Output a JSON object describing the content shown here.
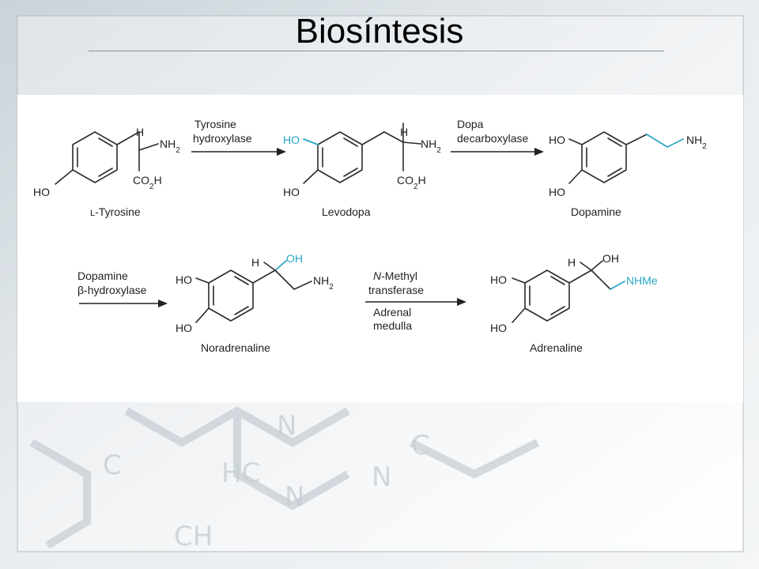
{
  "slide": {
    "title": "Biosíntesis"
  },
  "scheme": {
    "compounds": [
      {
        "id": "tyrosine",
        "name_prefix": "L",
        "name": "-Tyrosine"
      },
      {
        "id": "levodopa",
        "name": "Levodopa"
      },
      {
        "id": "dopamine",
        "name": "Dopamine"
      },
      {
        "id": "noradrenaline",
        "name": "Noradrenaline"
      },
      {
        "id": "adrenaline",
        "name": "Adrenaline"
      }
    ],
    "enzymes": [
      {
        "id": "e1",
        "lines": [
          "Tyrosine",
          "hydroxylase"
        ]
      },
      {
        "id": "e2",
        "lines": [
          "Dopa",
          "decarboxylase"
        ]
      },
      {
        "id": "e3",
        "lines": [
          "Dopamine",
          "β-hydroxylase"
        ]
      },
      {
        "id": "e4",
        "lines": [
          "-Methyl",
          "transferase"
        ],
        "italic_prefix": "N"
      },
      {
        "id": "e4b",
        "lines": [
          "Adrenal",
          "medulla"
        ]
      }
    ],
    "atoms": {
      "H": "H",
      "NH2": "NH",
      "sub2": "2",
      "CO2H_a": "CO",
      "CO2H_b": "H",
      "HO": "HO",
      "OH": "OH",
      "NHMe": "NHMe"
    },
    "colors": {
      "highlight": "#2aa6c4",
      "ink": "#222222"
    }
  }
}
